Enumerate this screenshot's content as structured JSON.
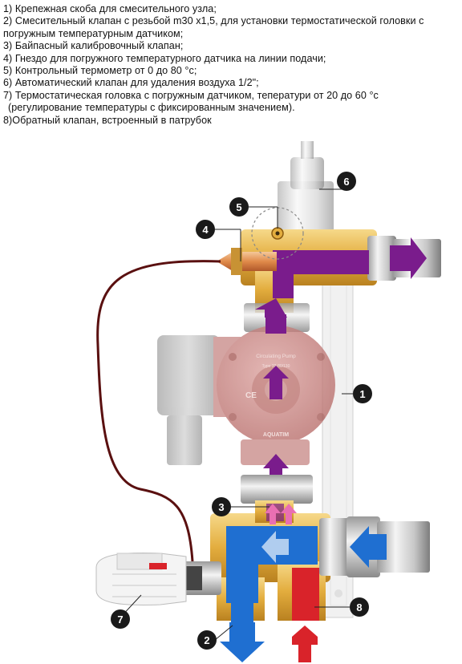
{
  "legend": [
    "1) Крепежная скоба для смесительного узла;",
    "2) Смесительный клапан с резьбой m30 x1,5, для установки термостатической головки с",
    "погружным температурным датчиком;",
    "3) Байпасный калибровочный клапан;",
    "4) Гнездо для погружного температурного датчика на линии подачи;",
    "5) Контрольный термометр от 0 до 80 °c;",
    "6) Автоматический клапан для удаления воздуха 1/2\";",
    "7) Термостатическая головка с погружным датчиком, теператури от 20 до 60 °c",
    " (регулирование температуры с фиксированным значением).",
    "8)Обратный клапан, встроенный в патрубок"
  ],
  "callouts": {
    "c1": "1",
    "c2": "2",
    "c3": "3",
    "c4": "4",
    "c5": "5",
    "c6": "6",
    "c7": "7",
    "c8": "8"
  },
  "pump": {
    "name": "Circulating Pump",
    "type": "Type 32-80/130",
    "brand": "AQUATIM",
    "ce": "CE"
  },
  "colors": {
    "supply": "#7a1c8c",
    "return": "#1f6fd1",
    "hot": "#d9232a",
    "brass": "#e7b54a",
    "pump": "#c77070",
    "callout": "#1a1a1a"
  }
}
